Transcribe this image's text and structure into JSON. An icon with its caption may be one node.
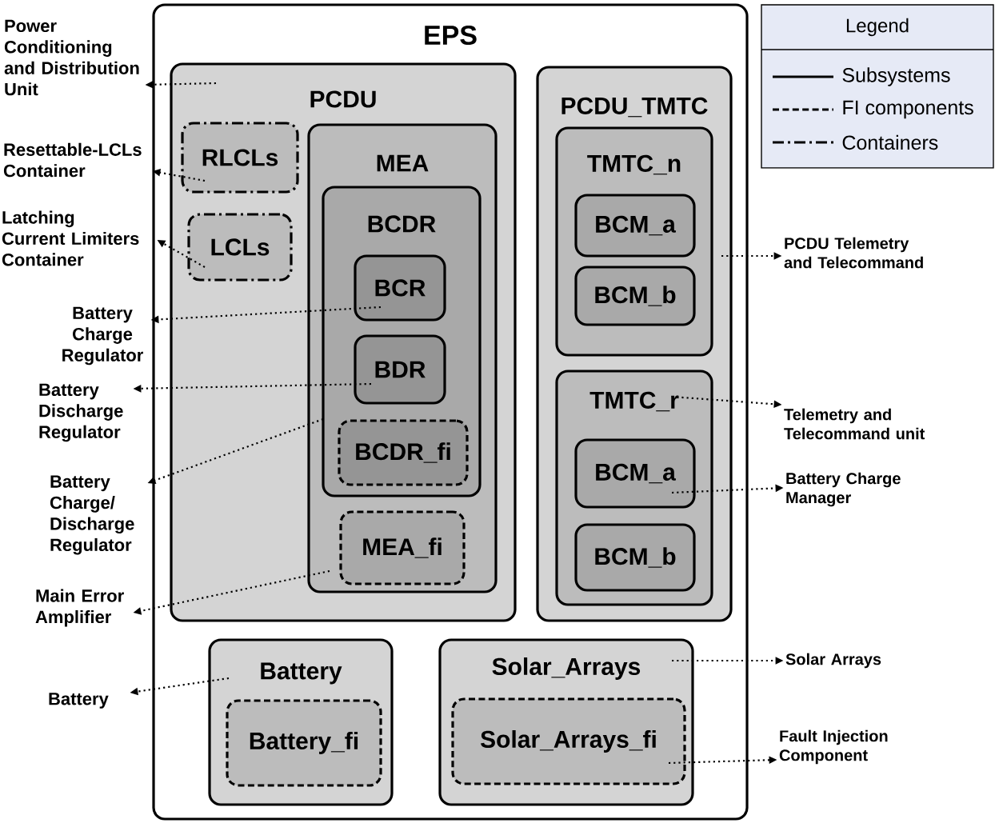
{
  "diagram": {
    "nodes": [
      {
        "text": [
          "EPS"
        ]
      },
      {
        "text": [
          "PCDU"
        ],
        "in": 0
      },
      {
        "text": [
          "RLCLs"
        ],
        "in": 1
      },
      {
        "text": [
          "LCLs"
        ],
        "in": 1
      },
      {
        "text": [
          "MEA"
        ],
        "in": 1
      },
      {
        "text": [
          "BCDR"
        ],
        "in": 4
      },
      {
        "text": [
          "BCR"
        ],
        "in": 5
      },
      {
        "text": [
          "BDR"
        ],
        "in": 5
      },
      {
        "text": [
          "BCDR_fi"
        ],
        "in": 5
      },
      {
        "text": [
          "MEA_fi"
        ],
        "in": 4
      },
      {
        "text": [
          "PCDU_TMTC"
        ],
        "in": 0
      },
      {
        "text": [
          "TMTC_n"
        ],
        "in": 10
      },
      {
        "text": [
          "BCM_a"
        ],
        "in": 11
      },
      {
        "text": [
          "BCM_b"
        ],
        "in": 11
      },
      {
        "text": [
          "TMTC_r"
        ],
        "in": 10
      },
      {
        "text": [
          "BCM_a"
        ],
        "in": 14
      },
      {
        "text": [
          "BCM_b"
        ],
        "in": 14
      },
      {
        "text": [
          "Battery"
        ],
        "in": 0
      },
      {
        "text": [
          "Battery_fi"
        ],
        "in": 17
      },
      {
        "text": [
          "Solar_Arrays"
        ],
        "in": 0
      },
      {
        "text": [
          "Solar_Arrays_fi"
        ],
        "in": 19
      },
      {
        "text": [
          "Power Conditioning and Distribution Unit"
        ]
      },
      {
        "text": [
          "Resettable-LCLs Container"
        ]
      },
      {
        "text": [
          "Latching Current Limiters Container"
        ]
      },
      {
        "text": [
          "Battery Charge Regulator"
        ]
      },
      {
        "text": [
          "Battery Discharge Regulator"
        ]
      },
      {
        "text": [
          "Battery Charge/ Discharge Regulator"
        ]
      },
      {
        "text": [
          "Main Error Amplifier"
        ]
      },
      {
        "text": [
          "Battery"
        ]
      },
      {
        "text": [
          "PCDU Telemetry and Telecommand"
        ]
      },
      {
        "text": [
          "Telemetry and Telecommand unit"
        ]
      },
      {
        "text": [
          "Battery Charge Manager"
        ]
      },
      {
        "text": [
          "Solar Arrays"
        ]
      },
      {
        "text": [
          "Fault Injection Component"
        ]
      }
    ],
    "edges": [
      {
        "from": 1,
        "to": 21,
        "arrow": "to"
      },
      {
        "from": 2,
        "to": 22,
        "arrow": "to"
      },
      {
        "from": 3,
        "to": 23,
        "arrow": "to"
      },
      {
        "from": 6,
        "to": 24,
        "arrow": "to"
      },
      {
        "from": 7,
        "to": 25,
        "arrow": "to"
      },
      {
        "from": 5,
        "to": 26,
        "arrow": "to"
      },
      {
        "from": 4,
        "to": 27,
        "arrow": "to"
      },
      {
        "from": 17,
        "to": 28,
        "arrow": "to"
      },
      {
        "from": 10,
        "to": 29,
        "arrow": "to"
      },
      {
        "from": 14,
        "to": 30,
        "arrow": "to"
      },
      {
        "from": 15,
        "to": 31,
        "arrow": "to"
      },
      {
        "from": 19,
        "to": 32,
        "arrow": "to"
      },
      {
        "from": 20,
        "to": 33,
        "arrow": "to"
      }
    ],
    "labels": [
      "Legend"
    ],
    "legend": [
      {
        "text": "Subsystems"
      },
      {
        "text": "FI components"
      },
      {
        "text": "Containers"
      }
    ]
  }
}
